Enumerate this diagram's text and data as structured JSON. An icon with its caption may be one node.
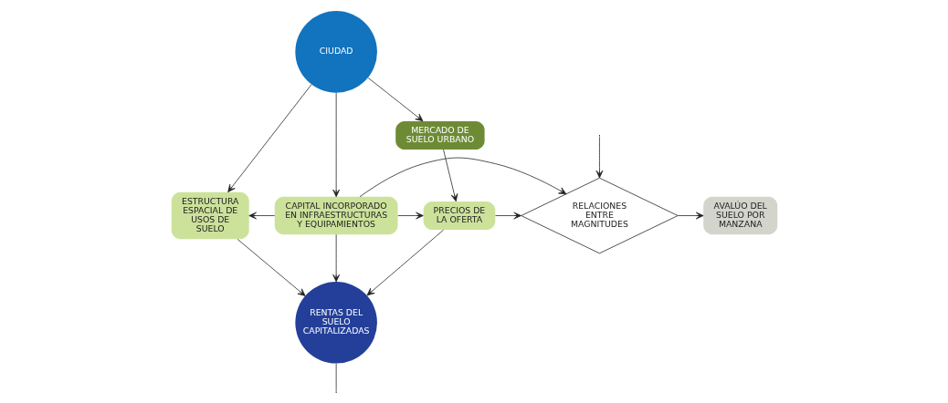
{
  "diagram": {
    "nodes": [
      {
        "text": [
          "CIUDAD"
        ]
      },
      {
        "text": [
          "MERCADO DE SUELO URBANO"
        ]
      },
      {
        "text": [
          "ESTRUCTURA ESPACIAL DE USOS DE SUELO"
        ]
      },
      {
        "text": [
          "CAPITAL INCORPORADO EN INFRAESTRUCTURAS Y EQUIPAMIENTOS"
        ]
      },
      {
        "text": [
          "PRECIOS DE LA OFERTA"
        ]
      },
      {
        "text": [
          "RELACIONES ENTRE MAGNITUDES"
        ]
      },
      {
        "text": [
          "AVALÚO DEL SUELO POR MANZANA"
        ]
      },
      {
        "text": [
          "RENTAS DEL SUELO CAPITALIZADAS"
        ]
      }
    ],
    "edges": [
      {
        "from": 0,
        "to": 2,
        "arrow": "to"
      },
      {
        "from": 0,
        "to": 1,
        "arrow": "to"
      },
      {
        "from": 0,
        "to": 3,
        "arrow": "to"
      },
      {
        "from": 1,
        "to": 4,
        "arrow": "to"
      },
      {
        "from": 3,
        "to": 2,
        "arrow": "to"
      },
      {
        "from": 3,
        "to": 4,
        "arrow": "to"
      },
      {
        "from": 4,
        "to": 5,
        "arrow": "to"
      },
      {
        "from": 5,
        "to": 6,
        "arrow": "to"
      },
      {
        "from": 3,
        "to": 7,
        "arrow": "to"
      },
      {
        "from": 3,
        "to": 5,
        "arrow": "to"
      },
      {
        "from": 2,
        "to": 7,
        "arrow": "to"
      },
      {
        "from": 4,
        "to": 7,
        "arrow": "to"
      },
      {
        "from": null,
        "to": 5,
        "arrow": "to"
      },
      {
        "from": 7,
        "to": null,
        "arrow": "none"
      }
    ]
  }
}
